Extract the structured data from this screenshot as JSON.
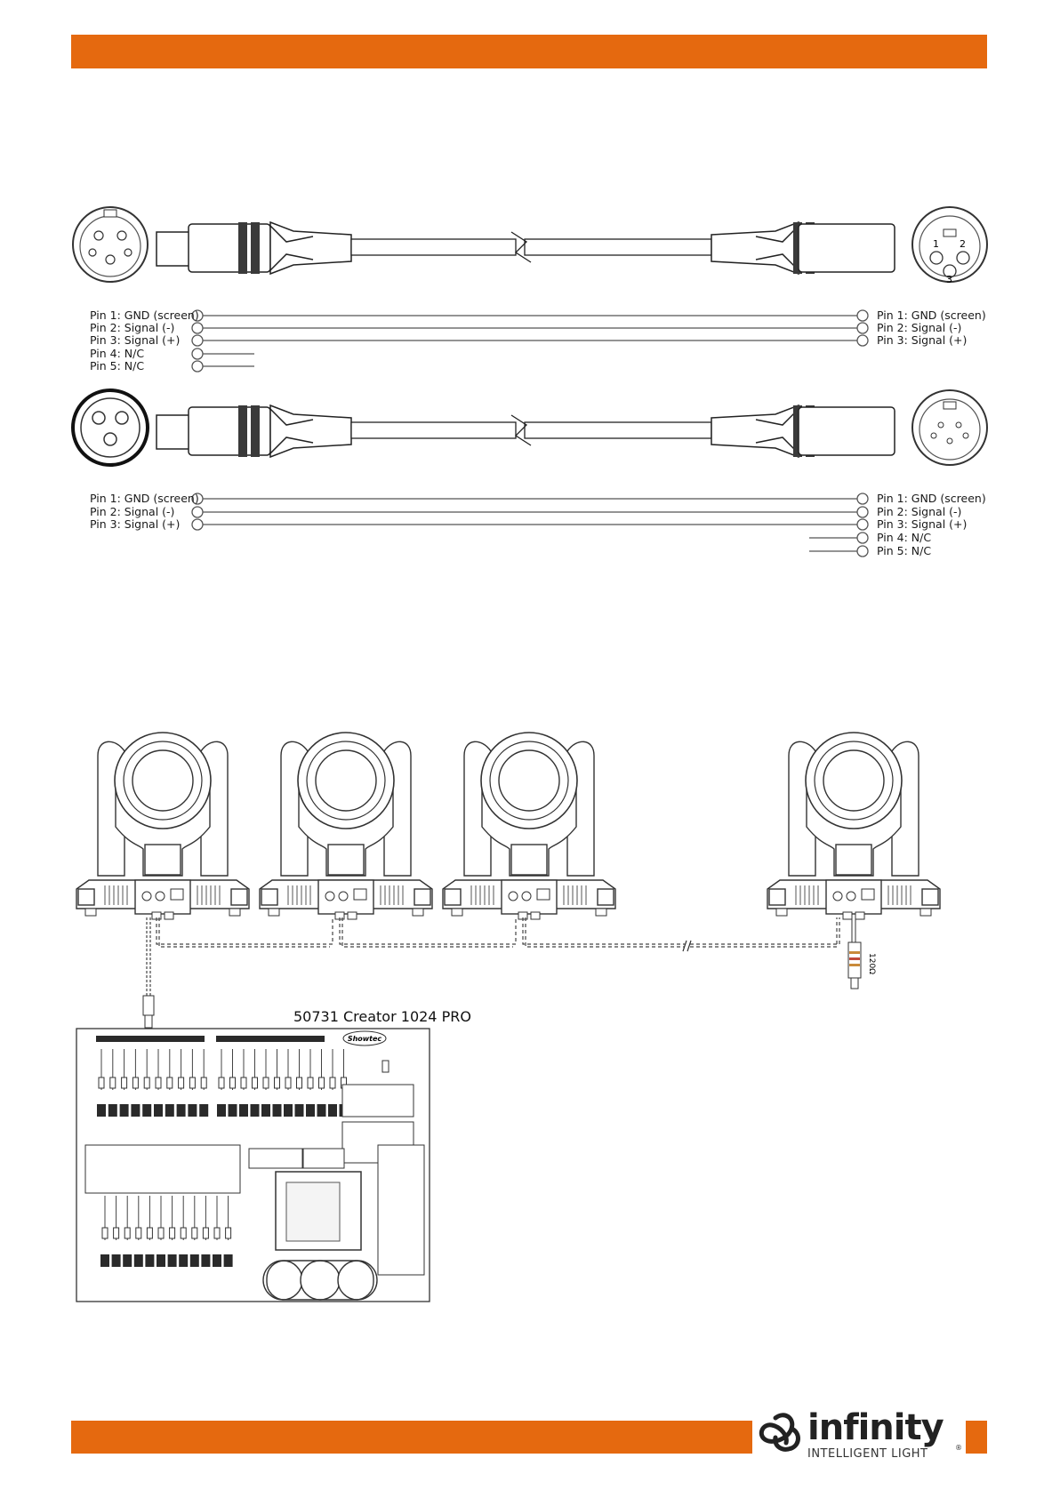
{
  "colors": {
    "accent": "#E5690F",
    "line": "#2a2a2a"
  },
  "cable1": {
    "left_pins": [
      "Pin 1: GND (screen)",
      "Pin 2: Signal (-)",
      "Pin 3: Signal (+)",
      "Pin 4: N/C",
      "Pin 5: N/C"
    ],
    "right_pins": [
      "Pin 1: GND (screen)",
      "Pin 2: Signal (-)",
      "Pin 3: Signal (+)"
    ]
  },
  "cable2": {
    "left_pins": [
      "Pin 1: GND (screen)",
      "Pin 2: Signal (-)",
      "Pin 3: Signal (+)"
    ],
    "right_pins": [
      "Pin 1: GND (screen)",
      "Pin 2: Signal (-)",
      "Pin 3: Signal (+)",
      "Pin 4: N/C",
      "Pin 5: N/C"
    ]
  },
  "connector_pin_numbers": [
    "1",
    "2",
    "3"
  ],
  "controller": {
    "label": "50731 Creator 1024 PRO",
    "badge": "Showtec"
  },
  "terminator": {
    "label": "120Ω"
  },
  "brand": {
    "name": "infinity",
    "tagline": "INTELLIGENT LIGHT",
    "mark": "®"
  }
}
